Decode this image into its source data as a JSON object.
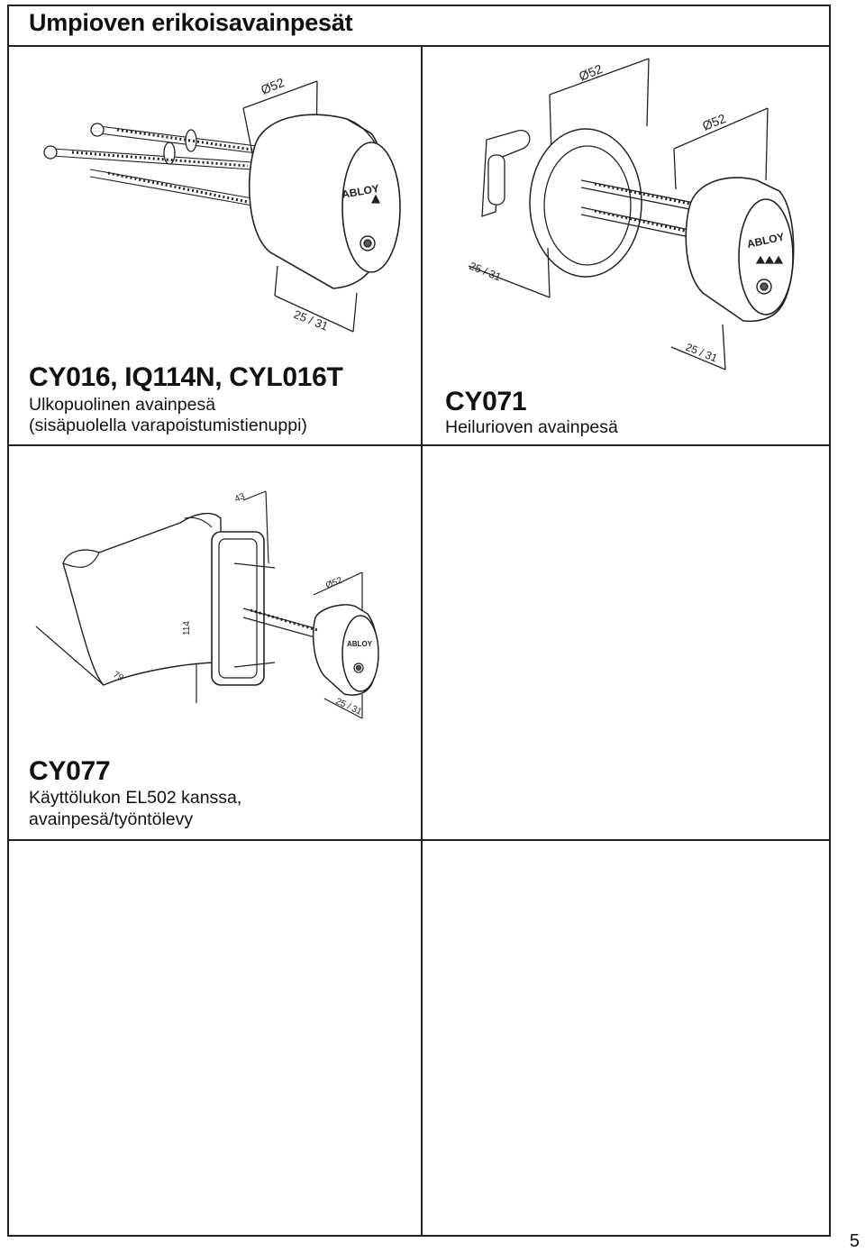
{
  "page": {
    "title": "Umpioven erikoisavainpesät",
    "page_number": "5"
  },
  "products": [
    {
      "code": "CY016, IQ114N, CYL016T",
      "lines": [
        "Ulkopuolinen avainpesä",
        "(sisäpuolella varapoistumistienuppi)"
      ],
      "dimensions": [
        "Ø52",
        "25 / 31"
      ],
      "brand": "ABLOY"
    },
    {
      "code": "CY071",
      "lines": [
        "Heilurioven avainpesä"
      ],
      "dimensions": [
        "Ø52",
        "Ø52",
        "25 / 31",
        "25 / 31"
      ],
      "brand": "ABLOY"
    },
    {
      "code": "CY077",
      "lines": [
        "Käyttölukon EL502 kanssa,",
        "avainpesä/työntölevy"
      ],
      "dimensions": [
        "43",
        "Ø52",
        "114",
        "79",
        "25 / 31"
      ],
      "brand": "ABLOY"
    }
  ]
}
